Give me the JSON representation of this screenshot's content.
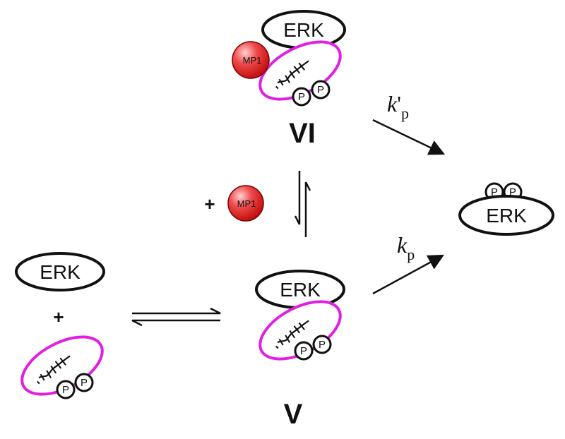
{
  "colors": {
    "line": "#111111",
    "substrate_outline": "#e020e0",
    "mp1_fill": "#e82a2a",
    "mp1_highlight": "#ffd0d0",
    "background": "#ffffff"
  },
  "labels": {
    "erk": "ERK",
    "p": "P",
    "mp1": "MP1",
    "plus": "+",
    "complex_v": "V",
    "complex_vi": "VI",
    "rate_vi_k": "k",
    "rate_vi_prime": "'",
    "rate_vi_sub": "p",
    "rate_v_k": "k",
    "rate_v_sub": "p"
  },
  "icons": {
    "mp1": "mp1-sphere-icon",
    "peptide": "phosphopeptide-squiggle-icon"
  }
}
